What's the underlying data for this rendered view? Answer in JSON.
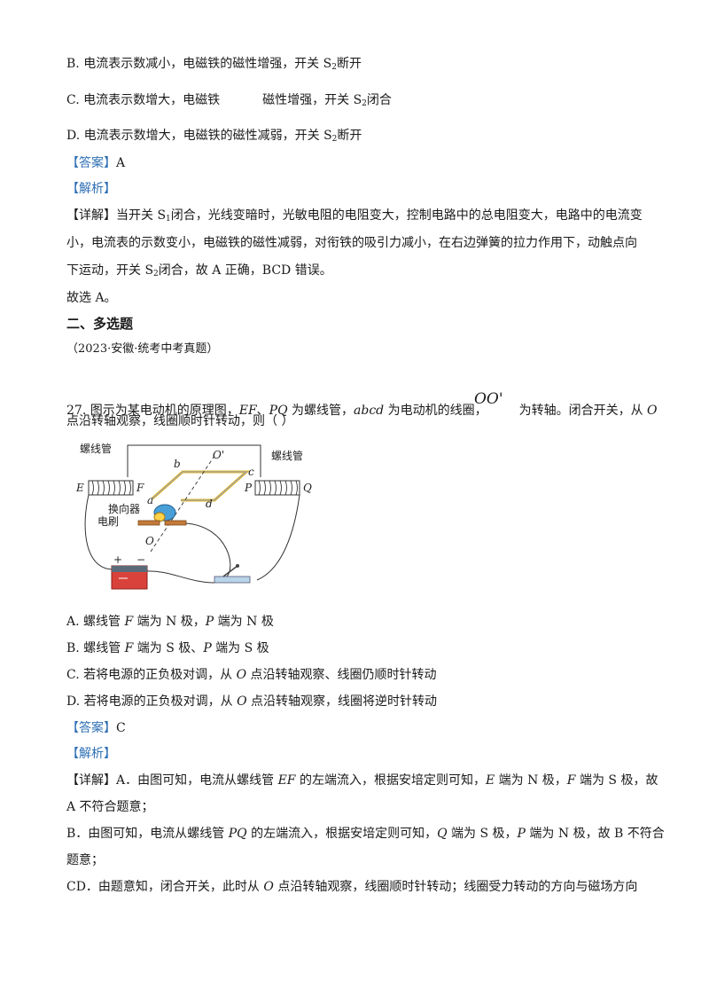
{
  "prev": {
    "optB": [
      "B.  电流表示数减小，电磁铁的磁性增强，开关 S",
      "2",
      "断开"
    ],
    "optC_a": "C.  电流表示数增大，电磁铁",
    "optC_b": [
      "磁性增强，开关 S",
      "2",
      "闭合"
    ],
    "optD": [
      "D.  电流表示数增大，电磁铁的磁性减弱，开关 S",
      "2",
      "断开"
    ],
    "answer_label": "【答案】",
    "answer": "A",
    "analysis_label": "【解析】",
    "detail_label": "【详解】",
    "detail1": [
      "当开关 S",
      "1",
      "闭合，光线变暗时，光敏电阻的电阻变大，控制电路中的总电阻变大，电路中的电流变"
    ],
    "detail2": "小，电流表的示数变小，电磁铁的磁性减弱，对衔铁的吸引力减小，在右边弹簧的拉力作用下，动触点向",
    "detail3": [
      "下运动，开关 S",
      "2",
      "闭合，故 A 正确，BCD 错误。"
    ],
    "conclusion": "故选 A。"
  },
  "section2": {
    "title": "二、多选题",
    "source": "（2023·安徽·统考中考真题）"
  },
  "q27": {
    "stem1_a": "27. 图示为某电动机的原理图，",
    "stem1_ef": "EF",
    "stem1_sep": "、",
    "stem1_pq": "PQ",
    "stem1_b": " 为螺线管，",
    "stem1_abcd": "abcd",
    "stem1_c": " 为电动机的线圈，",
    "oo": "OO'",
    "stem1_d": "为转轴。闭合开关，从 ",
    "stem1_o": "O",
    "stem2": "点沿转轴观察，线圈顺时针转动，则（        ）",
    "figure": {
      "label_left": "螺线管",
      "label_right": "螺线管",
      "E": "E",
      "F": "F",
      "P": "P",
      "Q": "Q",
      "a": "a",
      "b": "b",
      "c": "c",
      "d": "d",
      "O": "O",
      "Oprime": "O'",
      "commutator": "换向器",
      "brush": "电刷",
      "plus": "+",
      "minus": "−"
    },
    "optA": [
      "A.  螺线管 ",
      "F",
      " 端为 N 极，",
      "P",
      " 端为 N 极"
    ],
    "optB": [
      "B.  螺线管 ",
      "F",
      " 端为 S 极、",
      "P",
      " 端为 S 极"
    ],
    "optC": [
      "C.  若将电源的正负极对调，从 ",
      "O",
      " 点沿转轴观察、线圈仍顺时针转动"
    ],
    "optD": [
      "D.  若将电源的正负极对调，从 ",
      "O",
      " 点沿转轴观察，线圈将逆时针转动"
    ],
    "answer_label": "【答案】",
    "answer": "C",
    "analysis_label": "【解析】",
    "detail_label": "【详解】",
    "d1": [
      "A．由图可知，电流从螺线管 ",
      "EF",
      " 的左端流入，根据安培定则可知，",
      "E",
      " 端为 N 极，",
      "F",
      " 端为 S 极，故"
    ],
    "d2": "A 不符合题意；",
    "d3": [
      "B．由图可知，电流从螺线管 ",
      "PQ",
      " 的左端流入，根据安培定则可知，",
      "Q",
      " 端为 S 极，",
      "P",
      " 端为 N 极，故 B 不符合"
    ],
    "d4": "题意；",
    "d5": [
      "CD．由题意知，闭合开关，此时从 ",
      "O",
      " 点沿转轴观察，线圈顺时针转动；线圈受力转动的方向与磁场方向"
    ]
  }
}
